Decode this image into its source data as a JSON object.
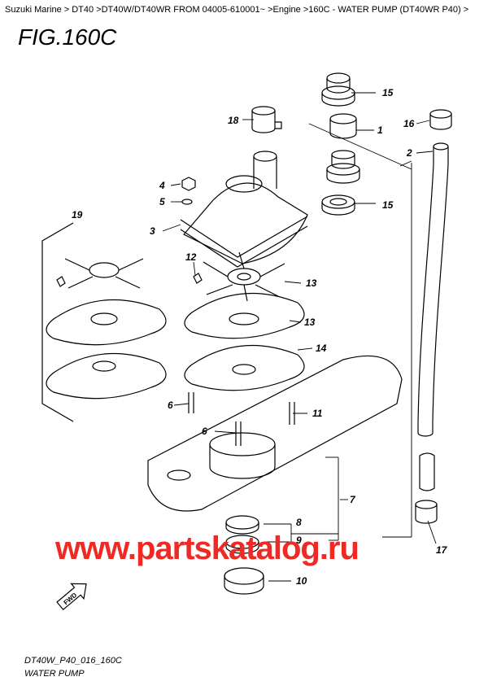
{
  "breadcrumb": {
    "text": "Suzuki Marine > DT40 >DT40W/DT40WR FROM 04005-610001~ >Engine >160C - WATER PUMP (DT40WR P40) >"
  },
  "figure": {
    "title": "FIG.160C",
    "code": "DT40W_P40_016_160C",
    "caption": "WATER PUMP"
  },
  "watermark": "www.partskatalog.ru",
  "fwd_label": "FWD",
  "callouts": [
    "1",
    "2",
    "3",
    "4",
    "5",
    "6",
    "6",
    "7",
    "8",
    "9",
    "10",
    "11",
    "12",
    "13",
    "13",
    "14",
    "15",
    "15",
    "16",
    "17",
    "18",
    "19"
  ]
}
